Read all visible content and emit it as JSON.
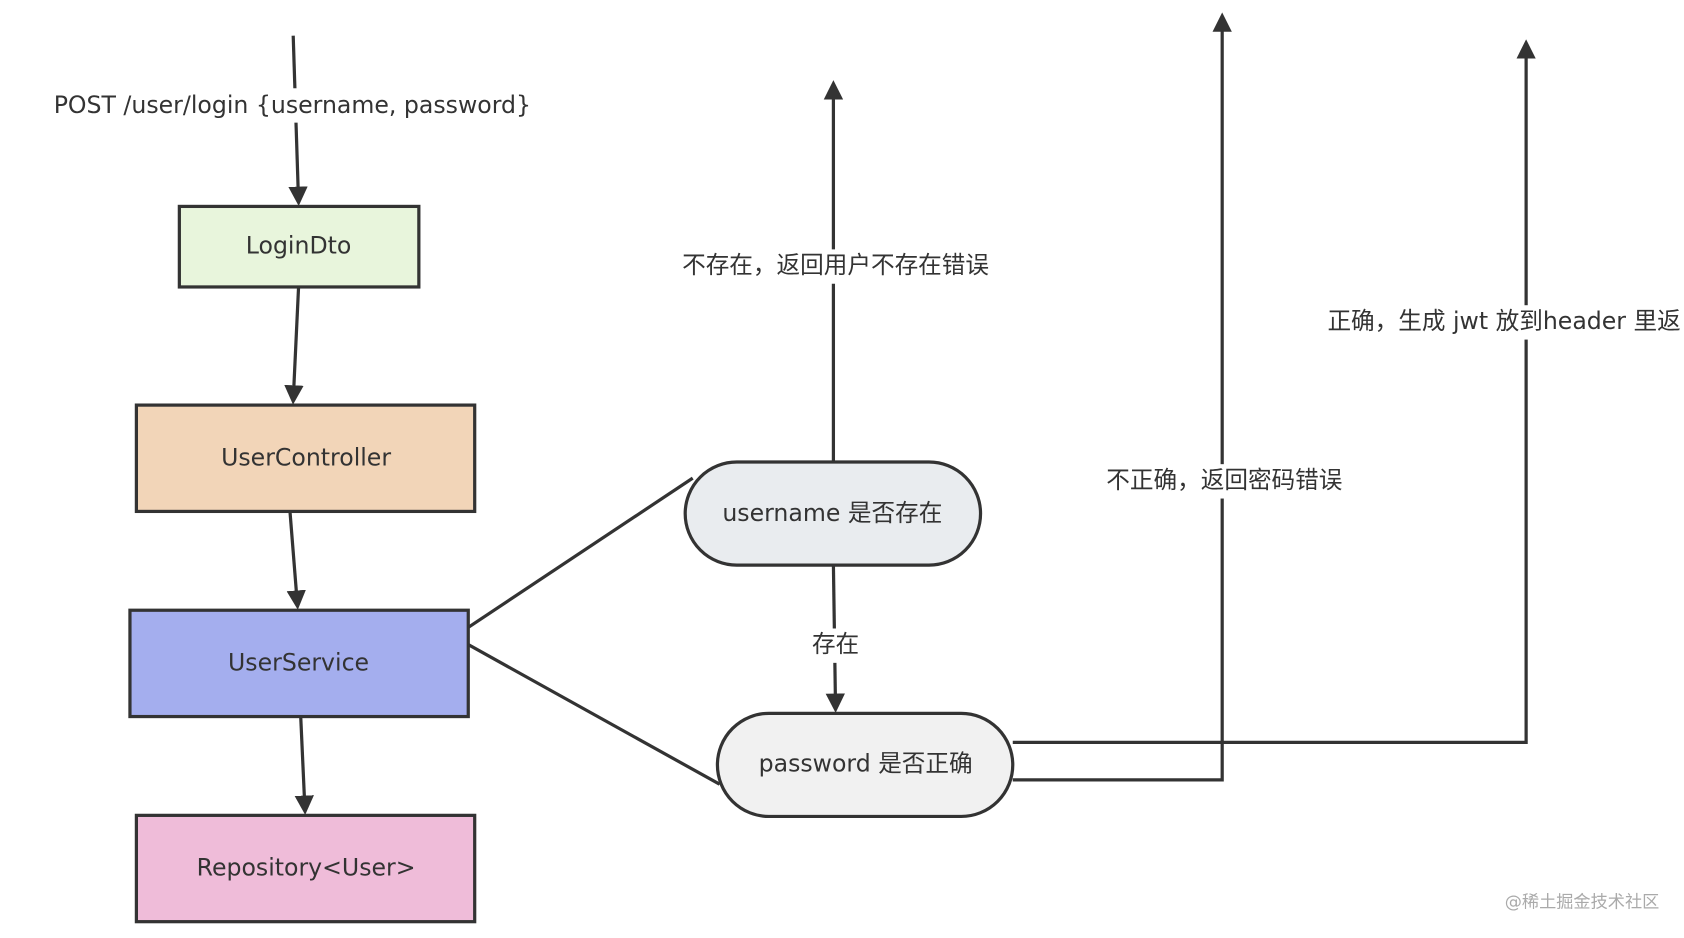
{
  "diagram": {
    "request_label": "POST /user/login {username, password}",
    "nodes": {
      "login_dto": {
        "label": "LoginDto",
        "fill": "#e8f5dc"
      },
      "user_controller": {
        "label": "UserController",
        "fill": "#f2d5b8"
      },
      "user_service": {
        "label": "UserService",
        "fill": "#a4aeee"
      },
      "repository": {
        "label": "Repository<User>",
        "fill": "#efbcd9"
      },
      "username_check": {
        "label": "username 是否存在",
        "fill": "#e9ecef"
      },
      "password_check": {
        "label": "password 是否正确",
        "fill": "#f1f1f1"
      }
    },
    "edges": {
      "not_exist": "不存在，返回用户不存在错误",
      "exist": "存在",
      "wrong_password": "不正确，返回密码错误",
      "correct": "正确，生成 jwt 放到header 里返"
    },
    "stroke_color": "#333333"
  },
  "watermark": "@稀土掘金技术社区"
}
